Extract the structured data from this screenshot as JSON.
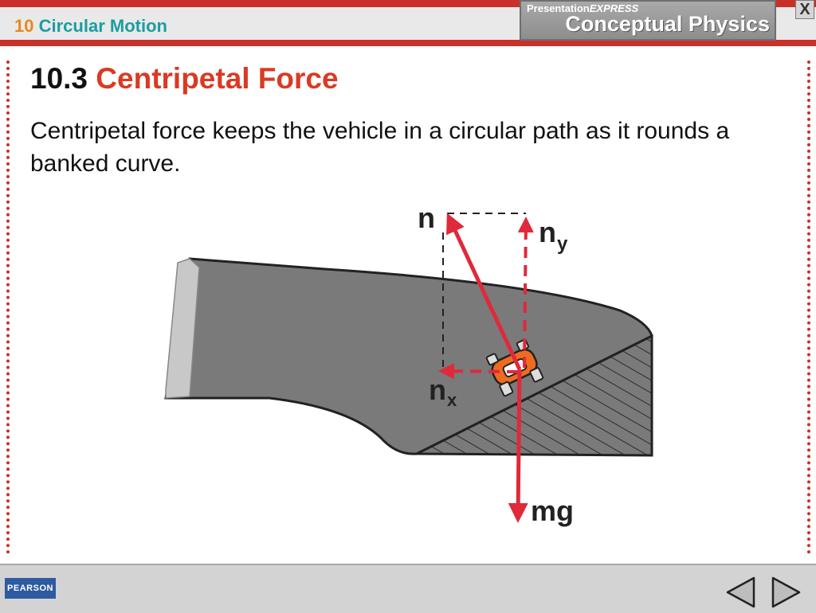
{
  "header": {
    "chapter_number": "10",
    "chapter_title": "Circular Motion",
    "brand_small_prefix": "Presentation",
    "brand_small_emph": "EXPRESS",
    "brand_big": "Conceptual Physics",
    "close_label": "X"
  },
  "slide": {
    "section_number": "10.3",
    "section_title": "Centripetal Force",
    "body": "Centripetal force keeps the vehicle in a circular path as it rounds a banked curve."
  },
  "figure": {
    "labels": {
      "n": "n",
      "ny_main": "n",
      "ny_sub": "y",
      "nx_main": "n",
      "nx_sub": "x",
      "mg": "mg"
    }
  },
  "footer": {
    "publisher": "PEARSON"
  },
  "colors": {
    "accent_red": "#c9302a",
    "force_red": "#e0293a",
    "chapter_orange": "#e8881c",
    "chapter_teal": "#1a9da3"
  }
}
